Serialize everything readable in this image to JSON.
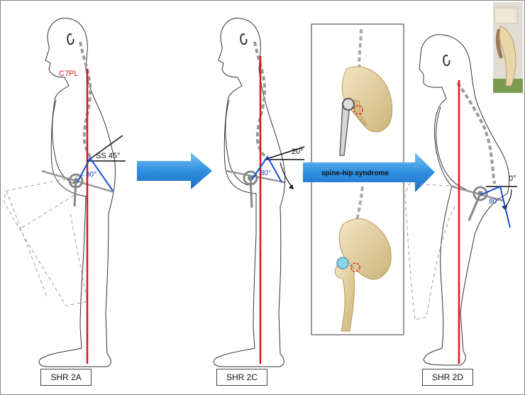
{
  "labels": {
    "c7pl": "C7PL",
    "ss_angle": "SS 45°",
    "angle_a_pelvic": "80°",
    "angle_c_sacral": "20°",
    "angle_c_pelvic": "80°",
    "angle_d_sacral": "0°",
    "angle_d_pelvic": "80°",
    "syndrome": "spine-hip syndrome"
  },
  "captions": {
    "a": "SHR 2A",
    "c": "SHR 2C",
    "d": "SHR 2D"
  },
  "colors": {
    "plumb_line": "#e0141c",
    "angle_lines": "#1a4fd6",
    "arrow": "#2f8fe0",
    "spine": "#9a9a9a",
    "bone": "#e6d3a3",
    "label_red": "#d81e24",
    "label_blue": "#1a3fb4"
  }
}
